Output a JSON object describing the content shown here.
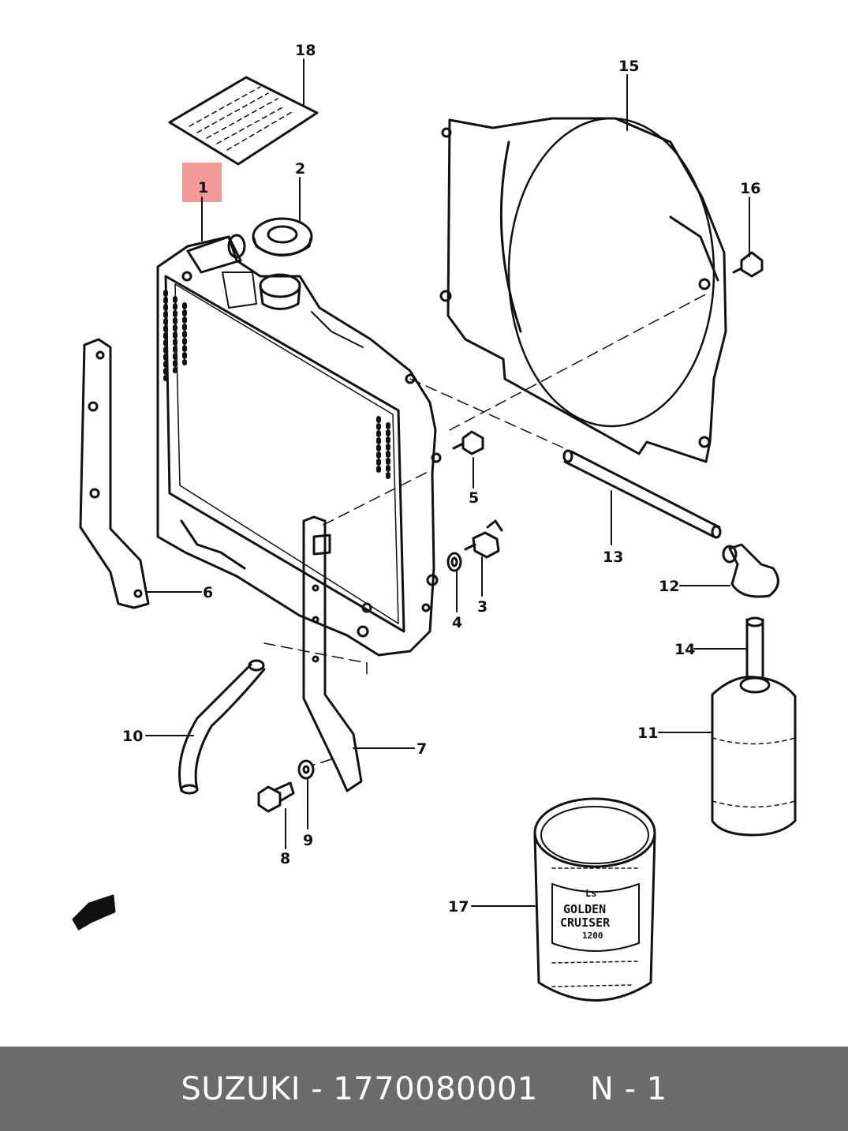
{
  "diagram": {
    "callouts": [
      {
        "id": "callout-1",
        "text": "1"
      },
      {
        "id": "callout-2",
        "text": "2"
      },
      {
        "id": "callout-3",
        "text": "3"
      },
      {
        "id": "callout-4",
        "text": "4"
      },
      {
        "id": "callout-5",
        "text": "5"
      },
      {
        "id": "callout-6",
        "text": "6"
      },
      {
        "id": "callout-7",
        "text": "7"
      },
      {
        "id": "callout-8",
        "text": "8"
      },
      {
        "id": "callout-9",
        "text": "9"
      },
      {
        "id": "callout-10",
        "text": "10"
      },
      {
        "id": "callout-11",
        "text": "11"
      },
      {
        "id": "callout-12",
        "text": "12"
      },
      {
        "id": "callout-13",
        "text": "13"
      },
      {
        "id": "callout-14",
        "text": "14"
      },
      {
        "id": "callout-15",
        "text": "15"
      },
      {
        "id": "callout-16",
        "text": "16"
      },
      {
        "id": "callout-17",
        "text": "17"
      },
      {
        "id": "callout-18",
        "text": "18"
      }
    ],
    "can_label": [
      "GOLDEN",
      "CRUISER",
      "1200"
    ],
    "can_brand": "Ls",
    "highlight_color": "#f59a9a"
  },
  "footer": {
    "brand": "SUZUKI",
    "separator": " - ",
    "part_number": "1770080001",
    "position": "N - 1"
  }
}
